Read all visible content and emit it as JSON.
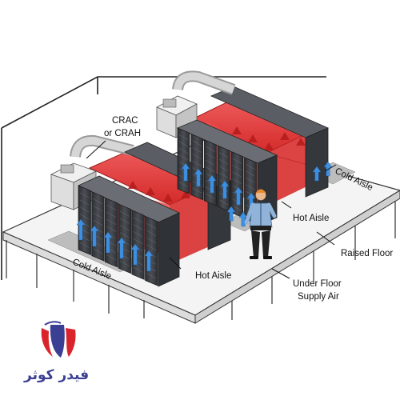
{
  "labels": {
    "crac_line1": "CRAC",
    "crac_line2": "or CRAH",
    "cold_aisle_right": "Cold Aisle",
    "hot_aisle_right": "Hot Aisle",
    "raised_floor": "Raised Floor",
    "cold_aisle_left": "Cold Aisle",
    "hot_aisle_left": "Hot Aisle",
    "under_floor_line1": "Under Floor",
    "under_floor_line2": "Supply Air"
  },
  "logo": {
    "text": "فيدر كوثر"
  },
  "colors": {
    "hot_aisle": "#e23a3a",
    "cold_air": "#3e8fe0",
    "rack": "#3c3f44",
    "floor": "#f4f4f4",
    "logo_red": "#d9242b",
    "logo_blue": "#3b3f93"
  },
  "icons": {
    "person": "technician-figure",
    "logo": "shield-logo-icon"
  }
}
